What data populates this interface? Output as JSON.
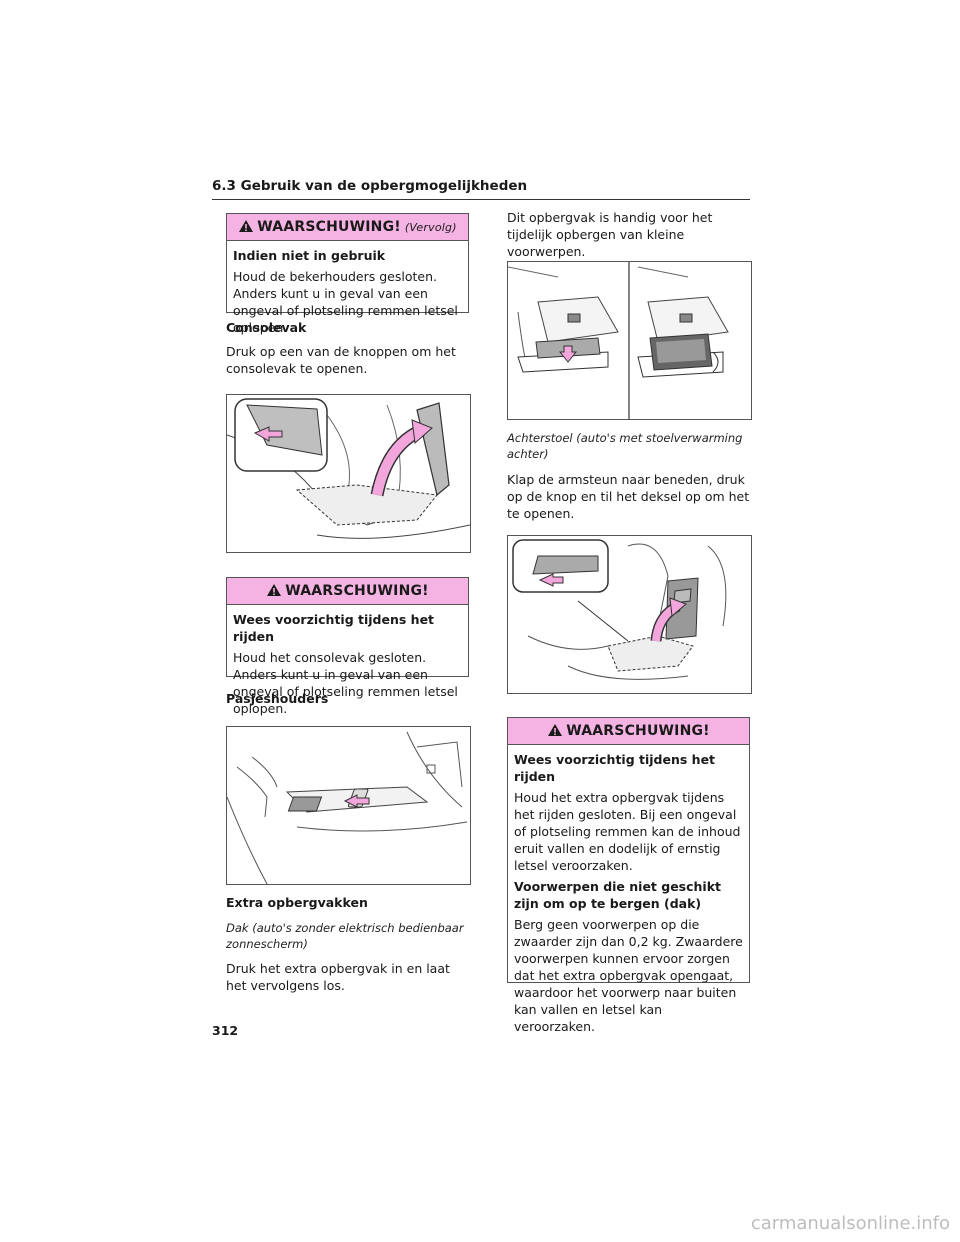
{
  "header": {
    "section": "6.3 Gebruik van de opbergmogelijkheden"
  },
  "left": {
    "warning1": {
      "title": "WAARSCHUWING!",
      "continued": "(Vervolg)",
      "subtitle": "Indien niet in gebruik",
      "text": "Houd de bekerhouders gesloten. Anders kunt u in geval van een ongeval of plotseling remmen letsel oplopen."
    },
    "console_heading": "Consolevak",
    "console_text": "Druk op een van de knoppen om het consolevak te openen.",
    "warning2": {
      "title": "WAARSCHUWING!",
      "subtitle": "Wees voorzichtig tijdens het rijden",
      "text": "Houd het consolevak gesloten. Anders kunt u in geval van een ongeval of plotseling remmen letsel oplopen."
    },
    "card_heading": "Pasjeshouders",
    "extra_heading": "Extra opbergvakken",
    "extra_caption": "Dak (auto's zonder elektrisch bedienbaar zonnescherm)",
    "extra_text": "Druk het extra opbergvak in en laat het vervolgens los."
  },
  "right": {
    "intro_text": "Dit opbergvak is handig voor het tijdelijk opbergen van kleine voorwerpen.",
    "rear_caption": "Achterstoel (auto's met stoelverwarming achter)",
    "rear_text": "Klap de armsteun naar beneden, druk op de knop en til het deksel op om het te openen.",
    "warning3": {
      "title": "WAARSCHUWING!",
      "subtitle1": "Wees voorzichtig tijdens het rijden",
      "text1": "Houd het extra opbergvak tijdens het rijden gesloten. Bij een ongeval of plotseling remmen kan de inhoud eruit vallen en dodelijk of ernstig letsel veroorzaken.",
      "subtitle2": "Voorwerpen die niet geschikt zijn om op te bergen (dak)",
      "text2": "Berg geen voorwerpen op die zwaarder zijn dan 0,2 kg. Zwaardere voorwerpen kunnen ervoor zorgen dat het extra opbergvak opengaat, waardoor het voorwerp naar buiten kan vallen en letsel kan veroorzaken."
    }
  },
  "page_number": "312",
  "watermark": "carmanualsonline.info",
  "colors": {
    "warning_header": "#f4b3e2",
    "arrow_fill": "#f2a6dc"
  }
}
